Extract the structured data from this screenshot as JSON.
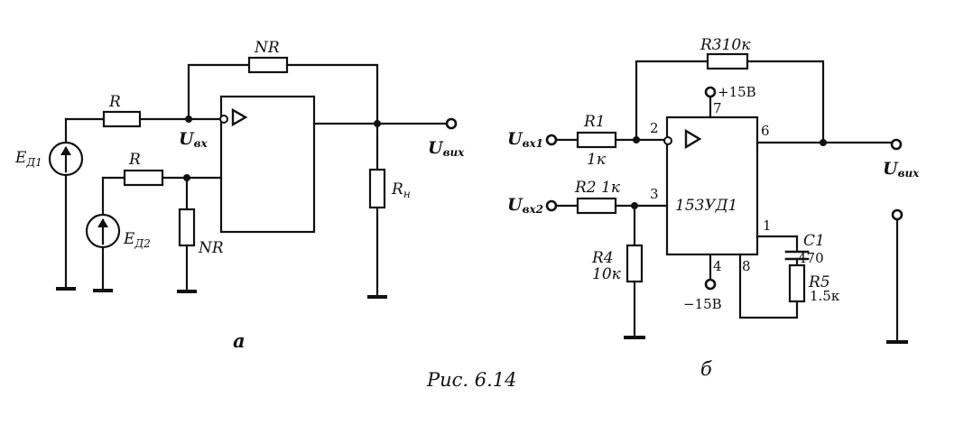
{
  "circuit_a": {
    "label": "а",
    "feedback_resistor": "NR",
    "input_resistor_1": "R",
    "input_resistor_2": "R",
    "ground_resistor": "NR",
    "input_node": {
      "main": "U",
      "sub": "вх"
    },
    "output_node": {
      "main": "U",
      "sub": "вих"
    },
    "source_1": {
      "main": "E",
      "sub": "Д1"
    },
    "source_2": {
      "main": "E",
      "sub": "Д2"
    },
    "load_resistor": {
      "main": "R",
      "sub": "н"
    }
  },
  "circuit_b": {
    "label": "б",
    "chip_name": "153УД1",
    "feedback_resistor": "R310к",
    "r1_name": "R1",
    "r1_value": "1к",
    "r2": "R2 1к",
    "r4_name": "R4",
    "r4_value": "10к",
    "c1_name": "C1",
    "c1_value": "470",
    "r5_name": "R5",
    "r5_value": "1.5к",
    "supply_pos": "+15B",
    "supply_neg": "−15B",
    "pins": {
      "p2": "2",
      "p3": "3",
      "p7": "7",
      "p6": "6",
      "p1": "1",
      "p4": "4",
      "p8": "8"
    },
    "input_1": {
      "main": "U",
      "sub": "вх1"
    },
    "input_2": {
      "main": "U",
      "sub": "вх2"
    },
    "output": {
      "main": "U",
      "sub": "вих"
    }
  },
  "caption": "Рис. 6.14"
}
